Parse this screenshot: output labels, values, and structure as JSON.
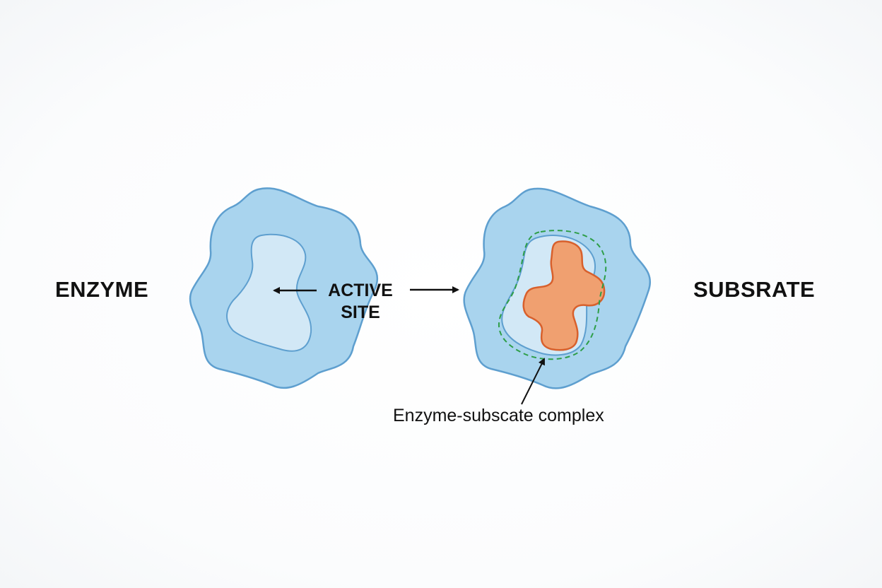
{
  "labels": {
    "enzyme": "ENZYME",
    "active_site_line1": "ACTIVE",
    "active_site_line2": "SITE",
    "substrate": "SUBSRATE",
    "complex": "Enzyme-subscate complex"
  },
  "colors": {
    "enzyme_fill": "#a9d4ee",
    "enzyme_stroke": "#5e9fcf",
    "active_site_fill": "#d2e8f6",
    "substrate_fill": "#f0a070",
    "substrate_stroke": "#d8602c",
    "complex_outline": "#2e9e48",
    "arrow": "#111111"
  }
}
